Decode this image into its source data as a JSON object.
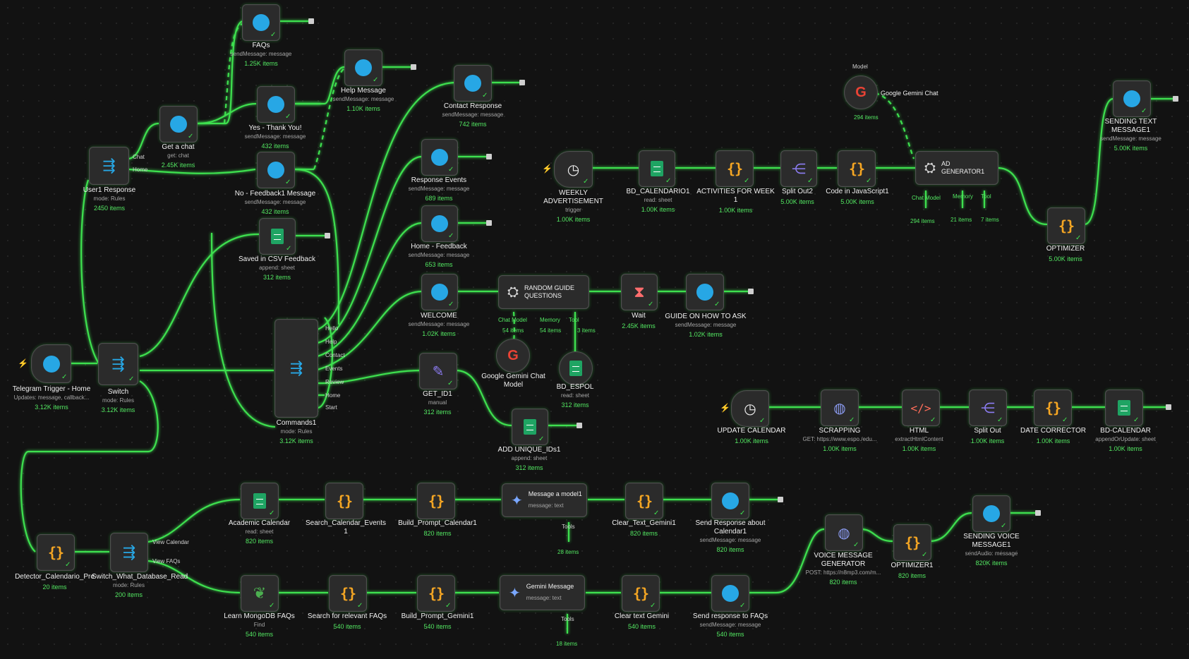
{
  "nodes": {
    "telegram_trigger": {
      "title": "Telegram Trigger - Home",
      "sub": "Updates: message, callback...",
      "count": "3.12K items"
    },
    "switch": {
      "title": "Switch",
      "sub": "mode: Rules",
      "count": "3.12K items"
    },
    "user1_response": {
      "title": "User1 Response",
      "sub": "mode: Rules",
      "count": "2450 items",
      "out1": "Chat",
      "out2": "Home"
    },
    "get_a_chat": {
      "title": "Get a chat",
      "sub": "get: chat",
      "count": "2.45K items"
    },
    "faqs": {
      "title": "FAQs",
      "sub": "sendMessage: message",
      "count": "1.25K items"
    },
    "yes_thank_you": {
      "title": "Yes - Thank You!",
      "sub": "sendMessage: message",
      "count": "432 items"
    },
    "help_message": {
      "title": "Help Message",
      "sub": "sendMessage: message",
      "count": "1.10K items"
    },
    "no_feedback": {
      "title": "No - Feedback1 Message",
      "sub": "sendMessage: message",
      "count": "432 items"
    },
    "saved_csv": {
      "title": "Saved in CSV Feedback",
      "sub": "append: sheet",
      "count": "312 items"
    },
    "contact_response": {
      "title": "Contact Response",
      "sub": "sendMessage: message",
      "count": "742 items"
    },
    "response_events": {
      "title": "Response Events",
      "sub": "sendMessage: message",
      "count": "689 items"
    },
    "home_feedback": {
      "title": "Home - Feedback",
      "sub": "sendMessage: message",
      "count": "653 items"
    },
    "welcome": {
      "title": "WELCOME",
      "sub": "sendMessage: message",
      "count": "1.02K items"
    },
    "commands1": {
      "title": "Commands1",
      "sub": "mode: Rules",
      "count": "3.12K items",
      "outputs": [
        "Hello",
        "Help",
        "Contact",
        "Events",
        "Review",
        "Home",
        "Start"
      ]
    },
    "random_guide": {
      "title": "RANDOM GUIDE QUESTIONS",
      "chat_model": "Chat Model",
      "memory": "Memory",
      "tool": "Tool",
      "count_model": "54 items",
      "count_memory": "54 items",
      "count_tool": "3 items"
    },
    "wait": {
      "title": "Wait",
      "count": "2.45K items"
    },
    "guide_how": {
      "title": "GUIDE ON HOW TO ASK",
      "sub": "sendMessage: message",
      "count": "1.02K items"
    },
    "gemini_model_1": {
      "title": "Google Gemini Chat Model"
    },
    "bd_espol": {
      "title": "BD_ESPOL",
      "sub": "read: sheet",
      "count": "312 items"
    },
    "get_id1": {
      "title": "GET_ID1",
      "sub": "manual",
      "count": "312 items"
    },
    "add_unique": {
      "title": "ADD UNIQUE_IDs1",
      "sub": "append: sheet",
      "count": "312 items"
    },
    "weekly_ad": {
      "title": "WEEKLY ADVERTISEMENT",
      "sub": "trigger",
      "count": "1.00K items"
    },
    "bd_calendario01": {
      "title": "BD_CALENDARIO1",
      "sub": "read: sheet",
      "count": "1.00K items"
    },
    "activities_week": {
      "title": "ACTIVITIES FOR WEEK 1",
      "count": "1.00K items"
    },
    "split_out2": {
      "title": "Split Out2",
      "count": "5.00K items"
    },
    "code_js1": {
      "title": "Code in JavaScript1",
      "count": "5.00K items"
    },
    "ad_generator": {
      "title": "AD GENERATOR1",
      "chat_model": "Chat Model",
      "memory": "Memory",
      "tool": "Tool",
      "count_model": "294 items",
      "count_memory": "21 items",
      "count_tool": "7 items"
    },
    "gemini_chat_top": {
      "model_label": "Model",
      "title": "Google Gemini Chat",
      "count": "294 items"
    },
    "optimizer": {
      "title": "OPTIMIZER",
      "count": "5.00K items"
    },
    "sending_text": {
      "title": "SENDING TEXT MESSAGE1",
      "sub": "sendMessage: message",
      "count": "5.00K items"
    },
    "update_calendar": {
      "title": "UPDATE CALENDAR",
      "count": "1.00K items"
    },
    "scrapping": {
      "title": "SCRAPPING",
      "sub": "GET: https://www.espo./edu...",
      "count": "1.00K items"
    },
    "html": {
      "title": "HTML",
      "sub": "extractHtmlContent",
      "count": "1.00K items"
    },
    "split_out": {
      "title": "Split Out",
      "count": "1.00K items"
    },
    "date_corrector": {
      "title": "DATE CORRECTOR",
      "count": "1.00K items"
    },
    "bd_calendar": {
      "title": "BD-CALENDAR",
      "sub": "appendOrUpdate: sheet",
      "count": "1.00K items"
    },
    "detector_cal": {
      "title": "Detector_Calendario_Pre",
      "count": "20 items"
    },
    "switch_db": {
      "title": "Switch_What_Database_Read",
      "sub": "mode: Rules",
      "count": "200 items",
      "out1": "View Calendar",
      "out2": "View FAQs"
    },
    "academic_calendar": {
      "title": "Academic Calendar",
      "sub": "read: sheet",
      "count": "820 items"
    },
    "search_cal_events": {
      "title": "Search_Calendar_Events",
      "sub": "1"
    },
    "build_prompt_cal": {
      "title": "Build_Prompt_Calendar1",
      "count": "820 items"
    },
    "message_model1": {
      "title": "Message a model1",
      "sub": "message: text",
      "tools": "Tools",
      "count_tools": "28 items"
    },
    "clear_text_gemini1": {
      "title": "Clear_Text_Gemini1",
      "count": "820 items"
    },
    "send_resp_cal": {
      "title": "Send Response about Calendar1",
      "sub": "sendMessage: message",
      "count": "820 items"
    },
    "learn_mongo": {
      "title": "Learn MongoDB FAQs",
      "sub": "Find",
      "count": "540 items"
    },
    "search_faqs": {
      "title": "Search for relevant FAQs",
      "count": "540 items"
    },
    "build_prompt_gem": {
      "title": "Build_Prompt_Gemini1",
      "count": "540 items"
    },
    "gemini_message": {
      "title": "Gemini Message",
      "sub": "message: text",
      "tools": "Tools",
      "count_tools": "18 items"
    },
    "clear_text_gemini": {
      "title": "Clear text Gemini",
      "count": "540 items"
    },
    "send_resp_faqs": {
      "title": "Send response to FAQs",
      "sub": "sendMessage: message",
      "count": "540 items"
    },
    "voice_gen": {
      "title": "VOICE MESSAGE GENERATOR",
      "sub": "POST: https://n8mp3.com/m...",
      "count": "820 items"
    },
    "optimizer1": {
      "title": "OPTIMIZER1",
      "count": "820 items"
    },
    "sending_voice": {
      "title": "SENDING VOICE MESSAGE1",
      "sub": "sendAudio: message",
      "count": "820K items"
    }
  },
  "colors": {
    "edge": "#3ee04f",
    "count": "#53e862",
    "node_bg": "#2b2b2b",
    "telegram": "#27a7e5",
    "sheets": "#1fa463",
    "code": "#f5a623"
  }
}
